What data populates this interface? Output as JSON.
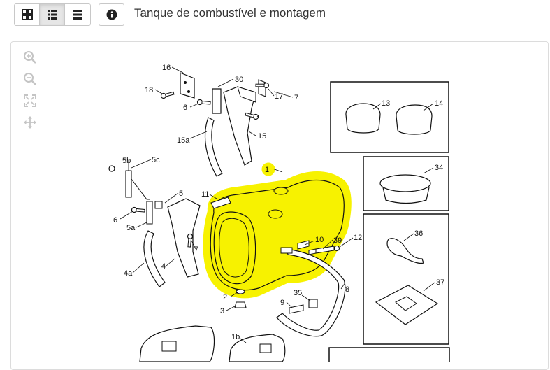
{
  "toolbar": {
    "view_buttons": [
      {
        "name": "grid-view",
        "icon": "grid-icon",
        "active": false
      },
      {
        "name": "list-view",
        "icon": "list-icon",
        "active": true
      },
      {
        "name": "text-view",
        "icon": "lines-icon",
        "active": false
      }
    ],
    "info_icon": "info-icon",
    "title": "Tanque de combustível e montagem"
  },
  "zoom_controls": [
    {
      "name": "zoom-in",
      "icon": "zoom-in-icon"
    },
    {
      "name": "zoom-out",
      "icon": "zoom-out-icon"
    },
    {
      "name": "fit",
      "icon": "fit-icon"
    },
    {
      "name": "pan",
      "icon": "move-icon"
    }
  ],
  "colors": {
    "highlight": "#f7f200",
    "line": "#111111",
    "icon_gray": "#c4c4c4"
  },
  "diagram": {
    "labels": [
      "16",
      "30",
      "18",
      "6",
      "17",
      "7",
      "15a",
      "15",
      "5b",
      "5c",
      "5",
      "6",
      "5a",
      "11",
      "1",
      "4a",
      "4",
      "7",
      "10",
      "39",
      "12",
      "2",
      "3",
      "35",
      "9",
      "8",
      "1b",
      "13",
      "14",
      "34",
      "36",
      "37"
    ]
  }
}
